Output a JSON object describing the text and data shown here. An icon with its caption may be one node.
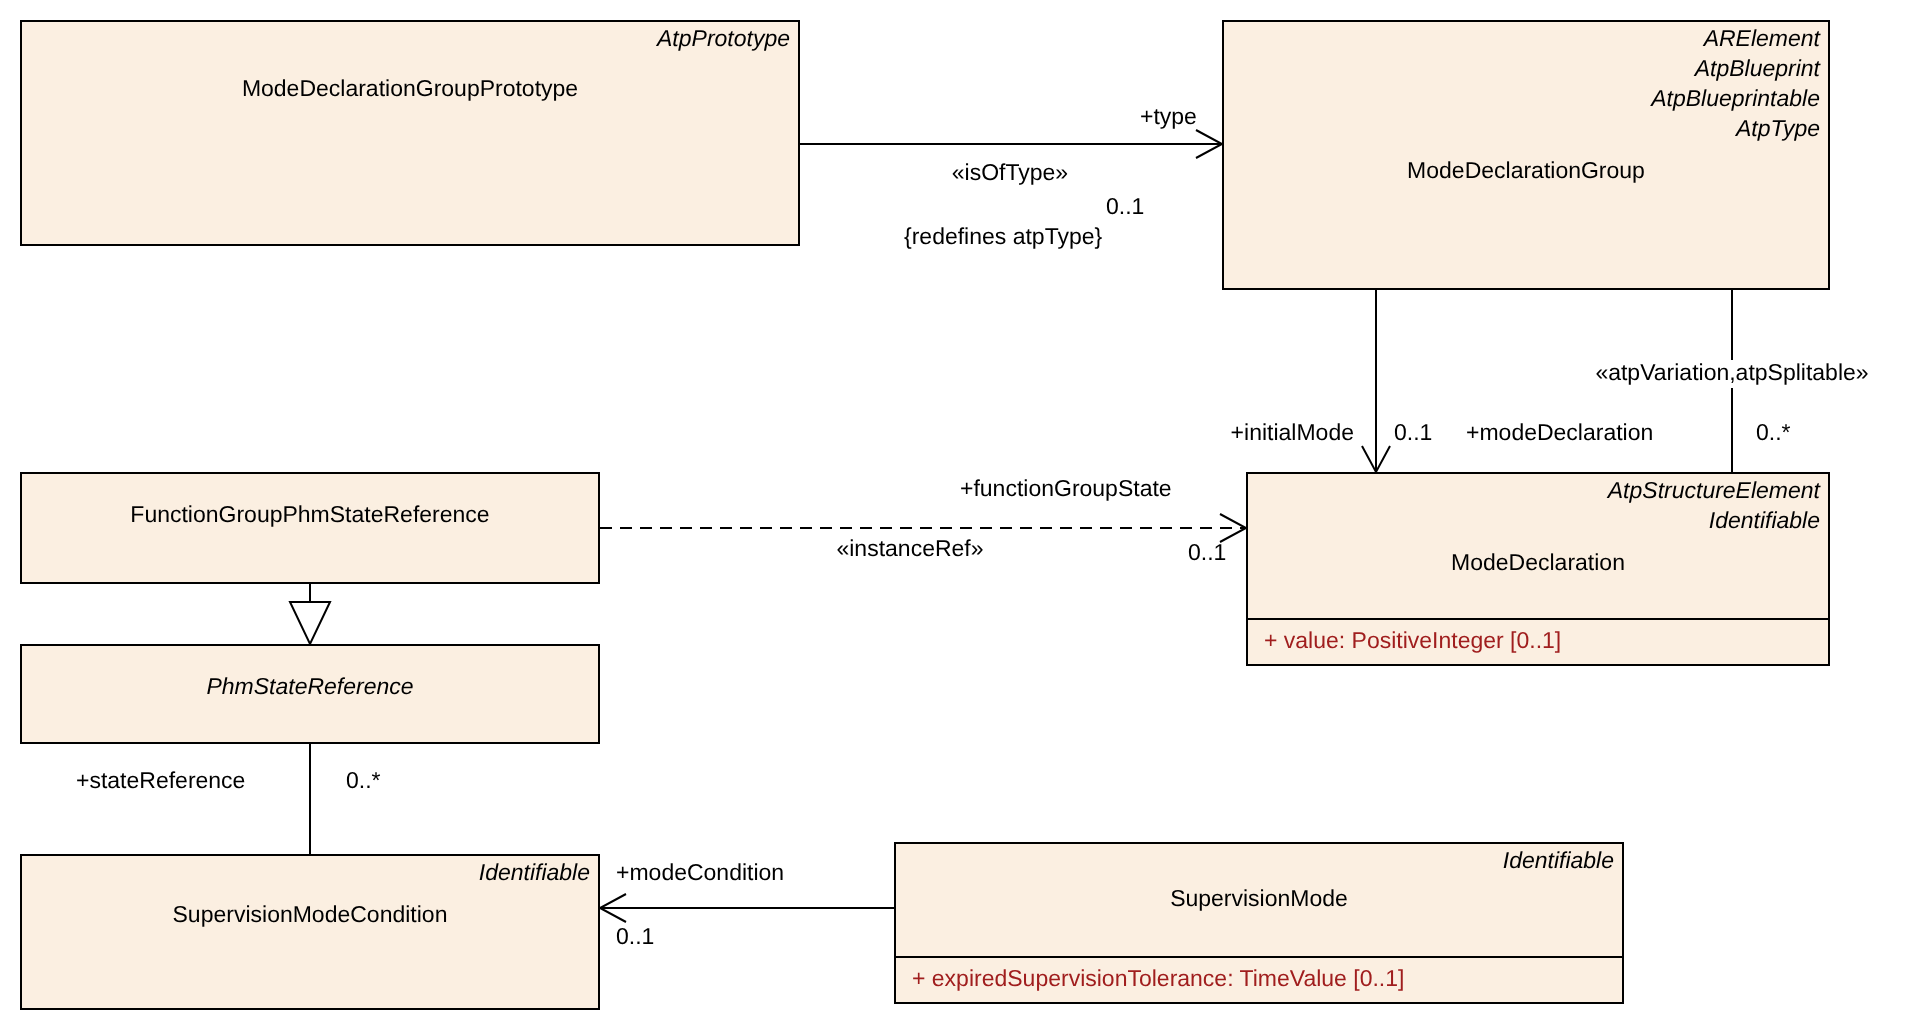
{
  "diagram": {
    "nodes": [
      {
        "text": [
          "AtpPrototype",
          "ModeDeclarationGroupPrototype"
        ]
      },
      {
        "text": [
          "ARElement",
          "AtpBlueprint",
          "AtpBlueprintable",
          "AtpType",
          "ModeDeclarationGroup"
        ]
      },
      {
        "text": [
          "FunctionGroupPhmStateReference"
        ]
      },
      {
        "text": [
          "AtpStructureElement",
          "Identifiable",
          "ModeDeclaration",
          "+ value: PositiveInteger [0..1]"
        ]
      },
      {
        "text": [
          "PhmStateReference"
        ]
      },
      {
        "text": [
          "Identifiable",
          "SupervisionModeCondition"
        ]
      },
      {
        "text": [
          "Identifiable",
          "SupervisionMode",
          "+ expiredSupervisionTolerance: TimeValue [0..1]"
        ]
      }
    ],
    "edges": [
      {
        "from": 0,
        "to": 1,
        "arrow": "to",
        "label": "«isOfType»"
      },
      {
        "from": 1,
        "to": 3,
        "arrow": "to"
      },
      {
        "from": 1,
        "to": 3,
        "arrow": "other",
        "label": "«atpVariation,atpSplitable»"
      },
      {
        "from": 2,
        "to": 3,
        "arrow": "to",
        "label": "«instanceRef»",
        "style": "dashed"
      },
      {
        "from": 2,
        "to": 4,
        "arrow": "to"
      },
      {
        "from": 5,
        "to": 4,
        "arrow": "other"
      },
      {
        "from": 6,
        "to": 5,
        "arrow": "to"
      }
    ],
    "labels": [
      "+type",
      "0..1",
      "{redefines atpType}",
      "+initialMode",
      "0..1",
      "+modeDeclaration",
      "0..*",
      "+functionGroupState",
      "0..1",
      "+stateReference",
      "0..*",
      "+modeCondition",
      "0..1"
    ]
  }
}
